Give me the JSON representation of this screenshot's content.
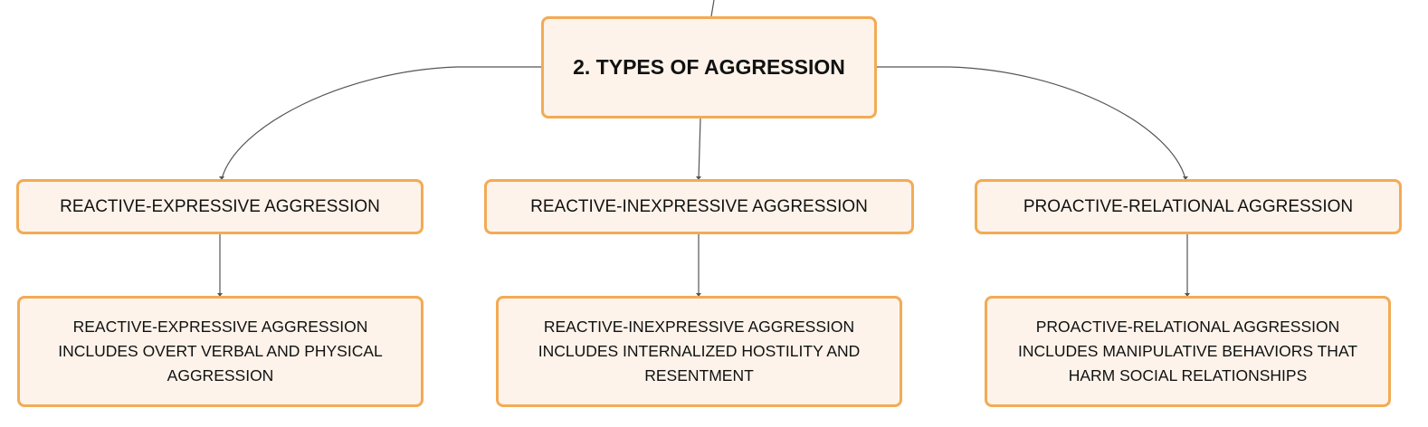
{
  "diagram": {
    "root": {
      "label": "2. TYPES OF AGGRESSION"
    },
    "branches": [
      {
        "title": "REACTIVE-EXPRESSIVE AGGRESSION",
        "description": "REACTIVE-EXPRESSIVE AGGRESSION INCLUDES OVERT VERBAL AND PHYSICAL AGGRESSION"
      },
      {
        "title": "REACTIVE-INEXPRESSIVE AGGRESSION",
        "description": "REACTIVE-INEXPRESSIVE AGGRESSION INCLUDES INTERNALIZED HOSTILITY AND RESENTMENT"
      },
      {
        "title": "PROACTIVE-RELATIONAL AGGRESSION",
        "description": "PROACTIVE-RELATIONAL AGGRESSION INCLUDES MANIPULATIVE BEHAVIORS THAT HARM SOCIAL RELATIONSHIPS"
      }
    ]
  },
  "colors": {
    "node_fill": "#fdf3ea",
    "node_border": "#f2ab55",
    "connector": "#555555"
  }
}
